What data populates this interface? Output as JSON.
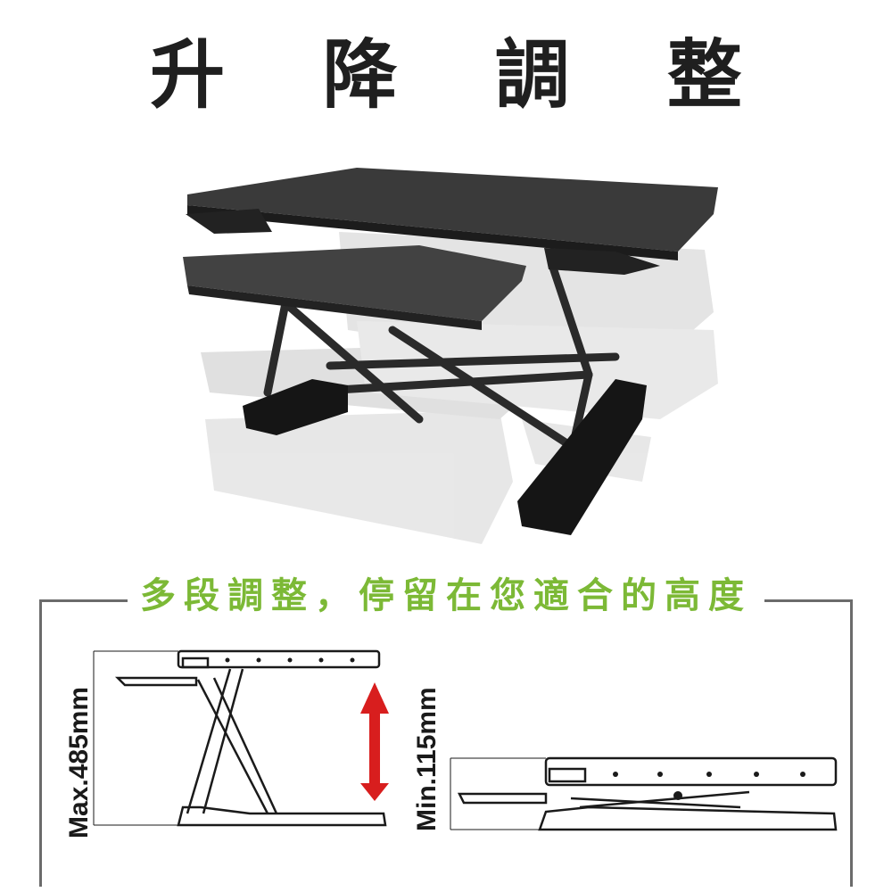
{
  "header": {
    "title": "升 降 調 整"
  },
  "banner": {
    "subtitle": "多段調整，停留在您適合的高度"
  },
  "dimensions": {
    "max_label": "Max.485mm",
    "min_label": "Min.115mm"
  },
  "colors": {
    "accent_green": "#7cb936",
    "arrow_red": "#d81e1e",
    "desk_dark": "#3a3a3a",
    "frame_gray": "#6b6b6b"
  }
}
